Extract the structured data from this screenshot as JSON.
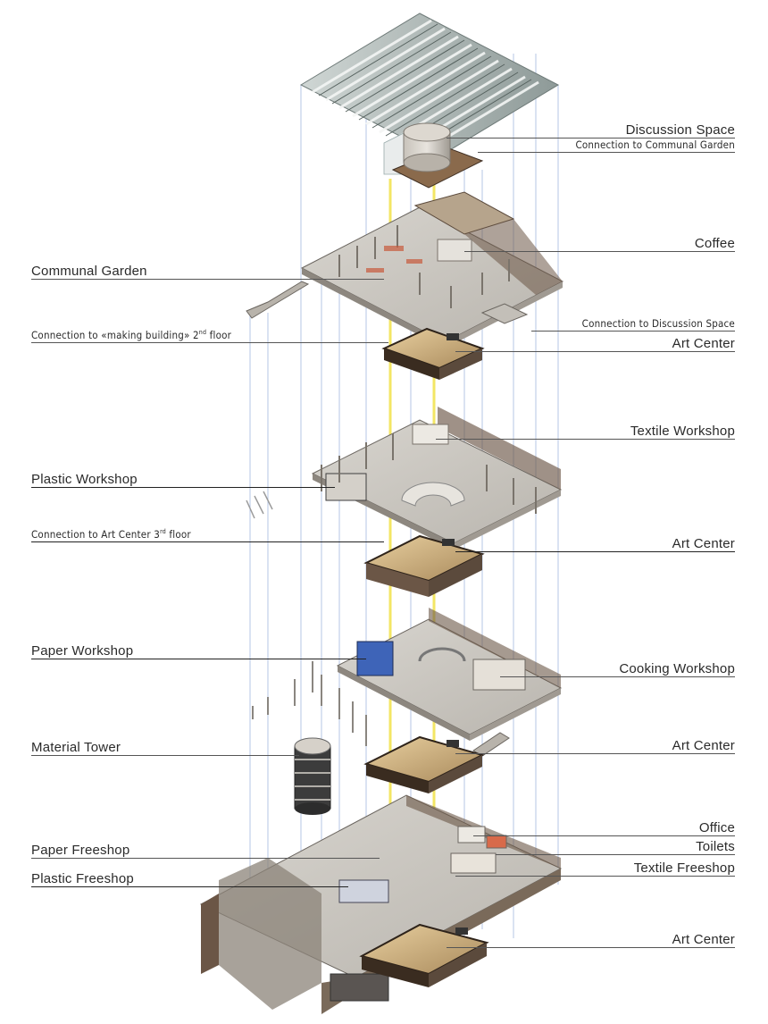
{
  "labels": {
    "discussion_space": "Discussion Space",
    "connection_communal_garden": "Connection to Communal Garden",
    "coffee": "Coffee",
    "communal_garden": "Communal Garden",
    "connection_discussion_space": "Connection to Discussion Space",
    "connection_making_building_pre": "Connection to «making building» 2",
    "connection_making_building_sup": "nd",
    "connection_making_building_post": " floor",
    "art_center_1": "Art Center",
    "textile_workshop": "Textile Workshop",
    "plastic_workshop": "Plastic Workshop",
    "connection_art_center_pre": "Connection to Art Center 3",
    "connection_art_center_sup": "rd",
    "connection_art_center_post": " floor",
    "art_center_2": "Art Center",
    "paper_workshop": "Paper Workshop",
    "cooking_workshop": "Cooking Workshop",
    "material_tower": "Material Tower",
    "art_center_3": "Art Center",
    "office": "Office",
    "paper_freeshop": "Paper Freeshop",
    "toilets": "Toilets",
    "textile_freeshop": "Textile Freeshop",
    "plastic_freeshop": "Plastic Freeshop",
    "art_center_4": "Art Center"
  },
  "colors": {
    "background": "#ffffff",
    "text": "#2a2a2a",
    "floor_slab": "#c9c6c0",
    "wall_dark": "#5b4a3c",
    "art_center_interior": "#e0c79a",
    "roof": "#9aa6a4",
    "guide_line_blue": "#8da8d8",
    "guide_line_yellow": "#f2e24a"
  }
}
